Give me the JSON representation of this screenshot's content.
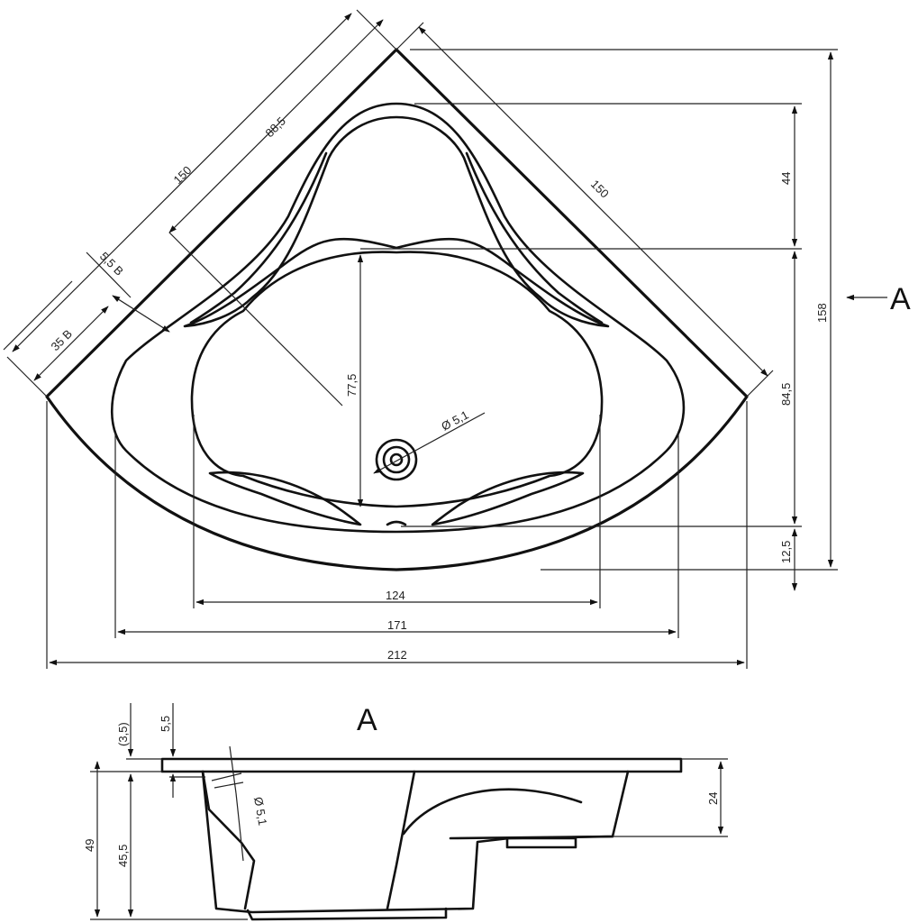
{
  "plan": {
    "dimensions": {
      "side_left": "150",
      "side_right": "150",
      "diag_inner": "88,5",
      "rim_back": "5,5 B",
      "rim_front": "35 B",
      "seat_depth": "44",
      "total_depth": "158",
      "basin_front": "84,5",
      "front_rim": "12,5",
      "basin_length": "77,5",
      "drain": "Ø 5,1",
      "width_inner": "124",
      "width_mid": "171",
      "width_total": "212"
    },
    "view_marker": "A"
  },
  "section": {
    "title": "A",
    "dimensions": {
      "rim_gap": "(3,5)",
      "rim_thickness": "5,5",
      "total_height": "49",
      "body_height": "45,5",
      "drain": "Ø 5,1",
      "basin_height": "24"
    }
  }
}
